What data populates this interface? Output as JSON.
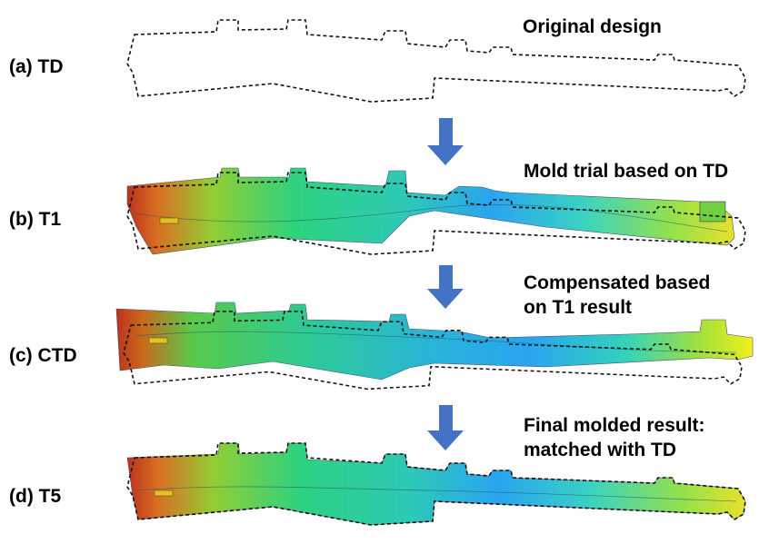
{
  "rows": [
    {
      "label": "(a) TD",
      "caption": [
        "Original design"
      ]
    },
    {
      "label": "(b) T1",
      "caption": [
        "Mold trial based on TD"
      ]
    },
    {
      "label": "(c) CTD",
      "caption": [
        "Compensated based",
        "on T1 result"
      ]
    },
    {
      "label": "(d) T5",
      "caption": [
        "Final molded result:",
        "matched with TD"
      ]
    }
  ],
  "colors": {
    "arrow": "#4472C4",
    "heat_low": "#1e90ff",
    "heat_mid": "#22d07a",
    "heat_high": "#e8e020",
    "heat_max": "#b82810"
  }
}
